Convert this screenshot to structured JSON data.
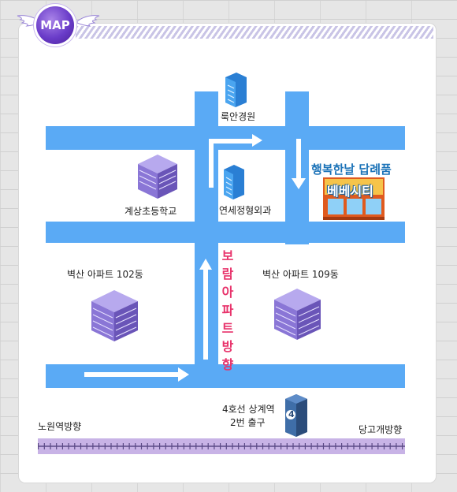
{
  "header": {
    "badge": "MAP"
  },
  "roads": {
    "color": "#5aaaf5"
  },
  "labels": {
    "hospital_top": "룩안경원",
    "hospital_mid": "연세정형외과",
    "school": "계상초등학교",
    "apt_left": "벽산 아파트 102동",
    "apt_right": "벽산 아파트 109동",
    "vertical_direction": "보람아파트방향",
    "shop_name": "행복한날 답례품",
    "shop_sign": "베베시티",
    "station_line1": "4호선 상계역",
    "station_line2": "2번 출구",
    "station_icon_number": "4",
    "left_direction": "노원역방향",
    "right_direction": "당고개방향"
  },
  "colors": {
    "badge": "#6a3cc9",
    "vertical_text": "#e8336b",
    "shop_title": "#1c73b8",
    "rail": "#c8b3e6",
    "building_purple": "#8a76d6",
    "building_blue": "#2a7fd4"
  }
}
